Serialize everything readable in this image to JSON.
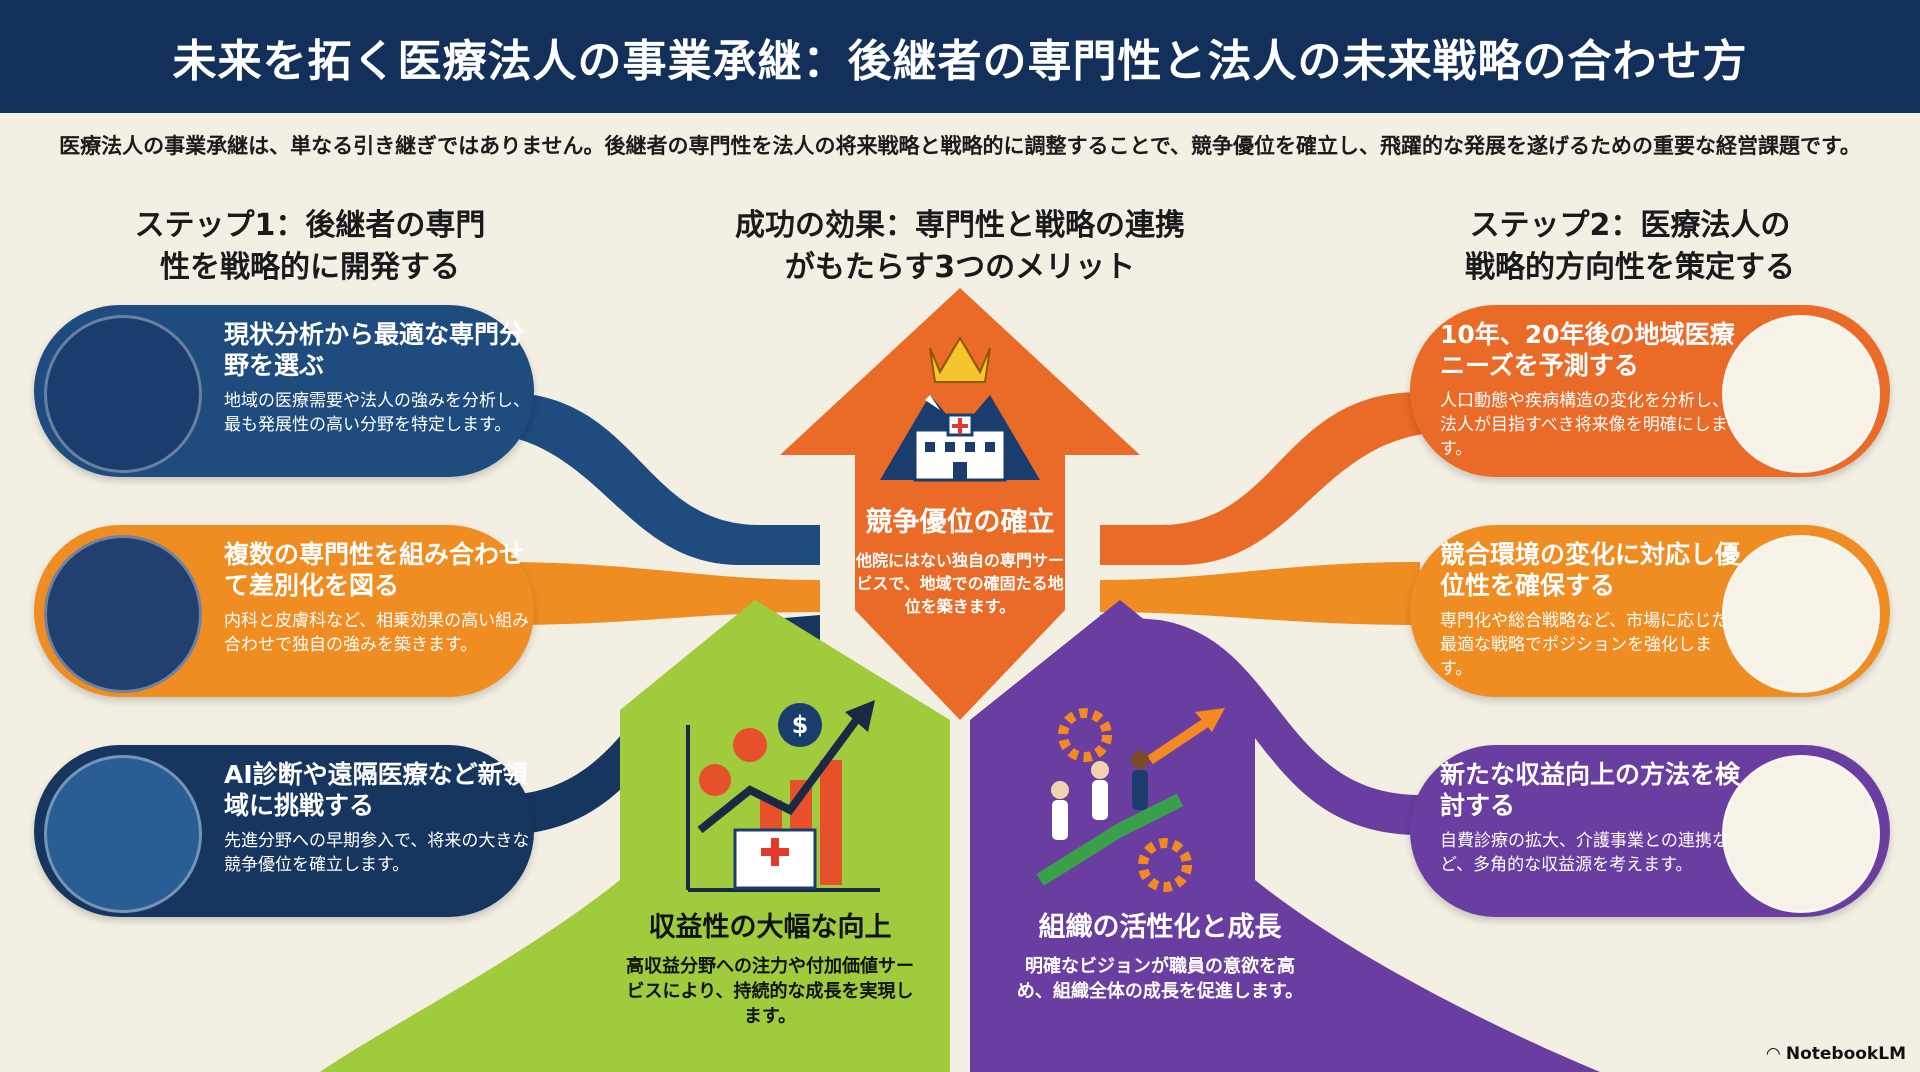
{
  "header": {
    "title": "未来を拓く医療法人の事業承継：後継者の専門性と法人の未来戦略の合わせ方"
  },
  "intro": "医療法人の事業承継は、単なる引き継ぎではありません。後継者の専門性を法人の将来戦略と戦略的に調整することで、競争優位を確立し、飛躍的な発展を遂げるための重要な経営課題です。",
  "left_column": {
    "title_line1": "ステップ1：後継者の専門",
    "title_line2": "性を戦略的に開発する",
    "cards": [
      {
        "title": "現状分析から最適な専門分野を選ぶ",
        "desc": "地域の医療需要や法人の強みを分析し、最も発展性の高い分野を特定します。",
        "color": "#1e4c7e",
        "icon": "world-map-hand-icon"
      },
      {
        "title": "複数の専門性を組み合わせて差別化を図る",
        "desc": "内科と皮膚科など、相乗効果の高い組み合わせで独自の強みを築きます。",
        "color": "#ef8d22",
        "icon": "heart-caduceus-icon"
      },
      {
        "title": "AI診断や遠隔医療など新領域に挑戦する",
        "desc": "先進分野への早期参入で、将来の大きな競争優位を確立します。",
        "color": "#17365f",
        "icon": "ai-doctor-icon"
      }
    ]
  },
  "center": {
    "title_line1": "成功の効果：専門性と戦略の連携",
    "title_line2": "がもたらす3つのメリット",
    "benefits": [
      {
        "title": "競争優位の確立",
        "desc": "他院にはない独自の専門サービスで、地域での確固たる地位を築きます。",
        "color": "#ea6a27",
        "icon": "crown-hospital-icon"
      },
      {
        "title": "収益性の大幅な向上",
        "desc": "高収益分野への注力や付加価値サービスにより、持続的な成長を実現します。",
        "color": "#9fcb3c",
        "icon": "growth-chart-icon"
      },
      {
        "title": "組織の活性化と成長",
        "desc": "明確なビジョンが職員の意欲を高め、組織全体の成長を促進します。",
        "color": "#6a3ea0",
        "icon": "team-gears-icon"
      }
    ]
  },
  "right_column": {
    "title_line1": "ステップ2：医療法人の",
    "title_line2": "戦略的方向性を策定する",
    "cards": [
      {
        "title": "10年、20年後の地域医療ニーズを予測する",
        "desc": "人口動態や疾病構造の変化を分析し、法人が目指すべき将来像を明確にします。",
        "color": "#ea6a27",
        "icon": "magnifier-hospital-icon"
      },
      {
        "title": "競合環境の変化に対応し優位性を確保する",
        "desc": "専門化や総合戦略など、市場に応じた最適な戦略でポジションを強化します。",
        "color": "#ef8d22",
        "icon": "chess-map-icon"
      },
      {
        "title": "新たな収益向上の方法を検討する",
        "desc": "自費診療の拡大、介護事業との連携など、多角的な収益源を考えます。",
        "color": "#6a3ea0",
        "icon": "revenue-hospital-icon"
      }
    ]
  },
  "brand": "NotebookLM"
}
